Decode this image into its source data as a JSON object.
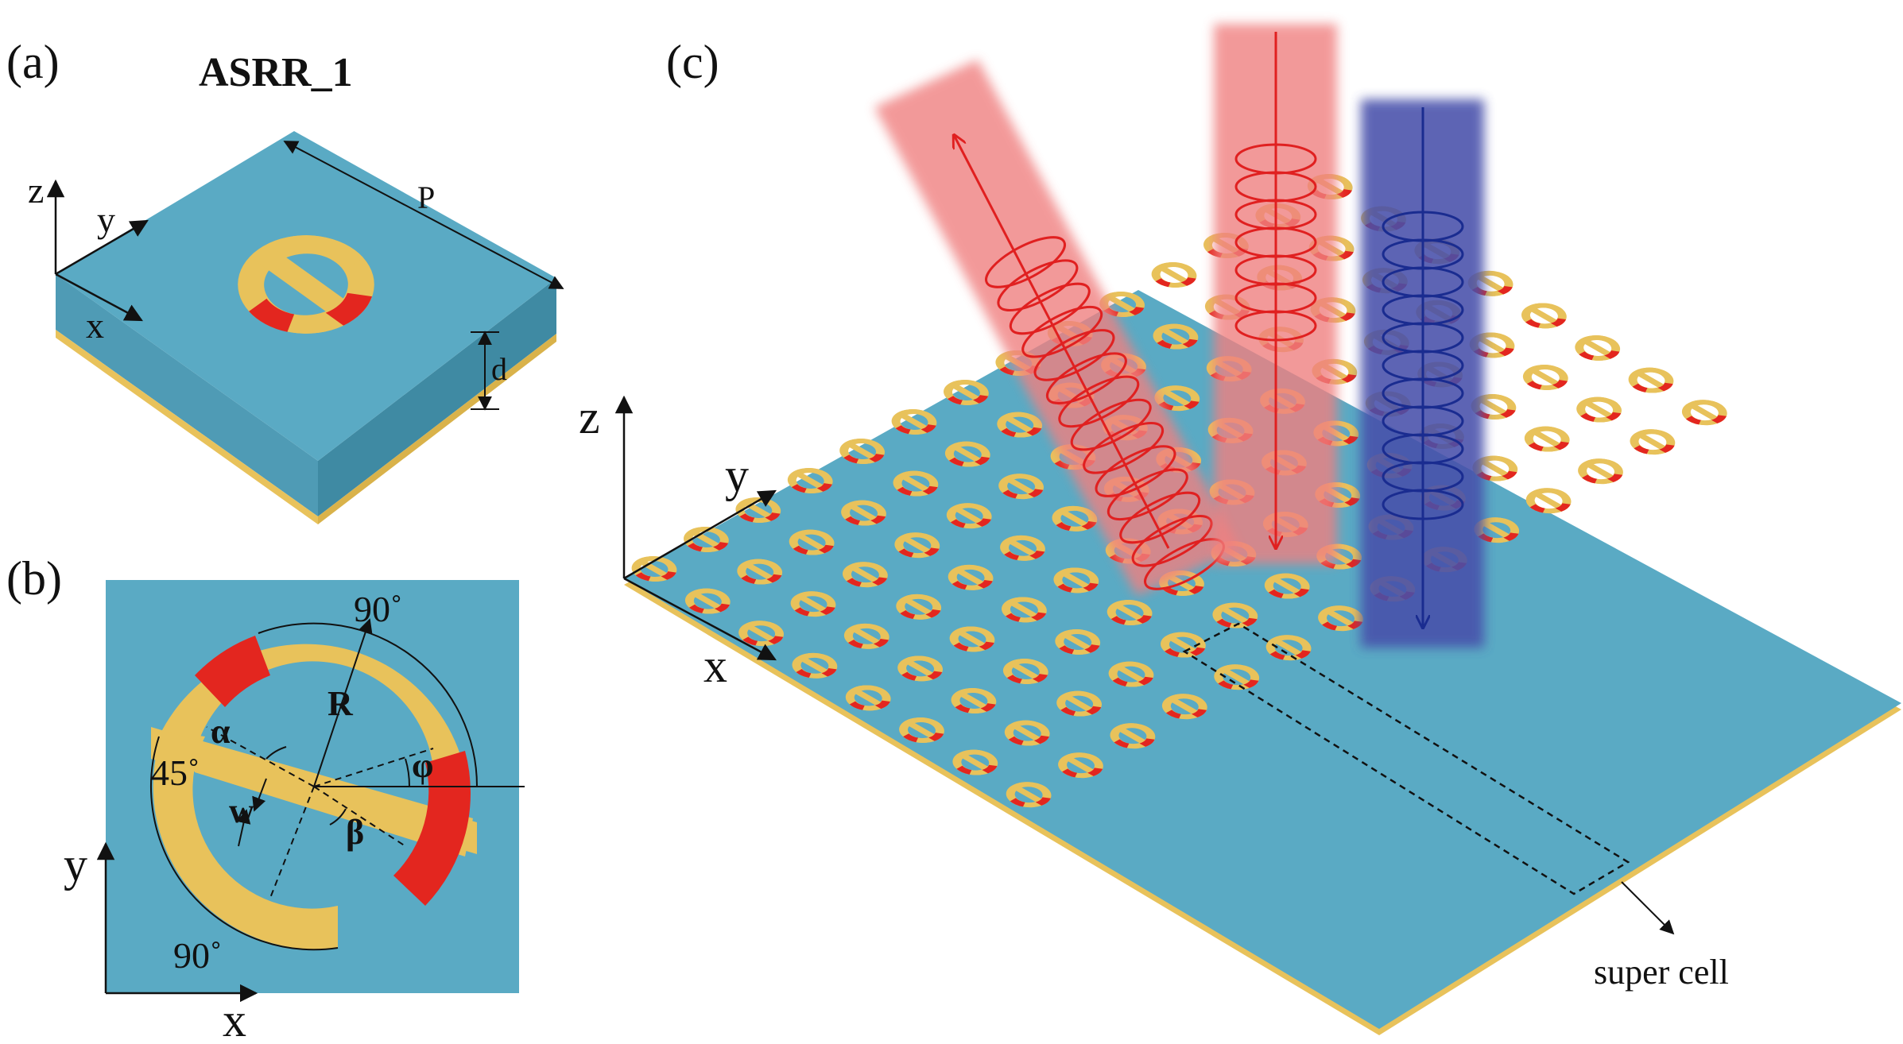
{
  "panels": {
    "a": {
      "label": "(a)",
      "title": "ASRR_1",
      "axes": {
        "z": "z",
        "y": "y",
        "x": "x"
      },
      "dims": {
        "period": "P",
        "thickness": "d"
      }
    },
    "b": {
      "label": "(b)",
      "axes": {
        "y": "y",
        "x": "x"
      },
      "params": {
        "R": "R",
        "alpha": "α",
        "phi": "φ",
        "w": "w",
        "beta": "β",
        "angle_top": "90˚",
        "angle_left": "45˚",
        "angle_bottom": "90˚"
      }
    },
    "c": {
      "label": "(c)",
      "axes": {
        "z": "z",
        "y": "y",
        "x": "x"
      },
      "supercell_label": "super cell",
      "array": {
        "columns": 14,
        "rows": 8
      }
    }
  },
  "colors": {
    "substrate_top": "#5aaac4",
    "substrate_front": "#4f9bb5",
    "substrate_side": "#3f8aa3",
    "metal": "#e8c25b",
    "gold_edge": "#e0b83c",
    "gap": "#e3261f",
    "beam_red": "#f08080",
    "beam_red_line": "#e02020",
    "beam_blue": "#4650aa",
    "beam_blue_line": "#1a2c90"
  }
}
